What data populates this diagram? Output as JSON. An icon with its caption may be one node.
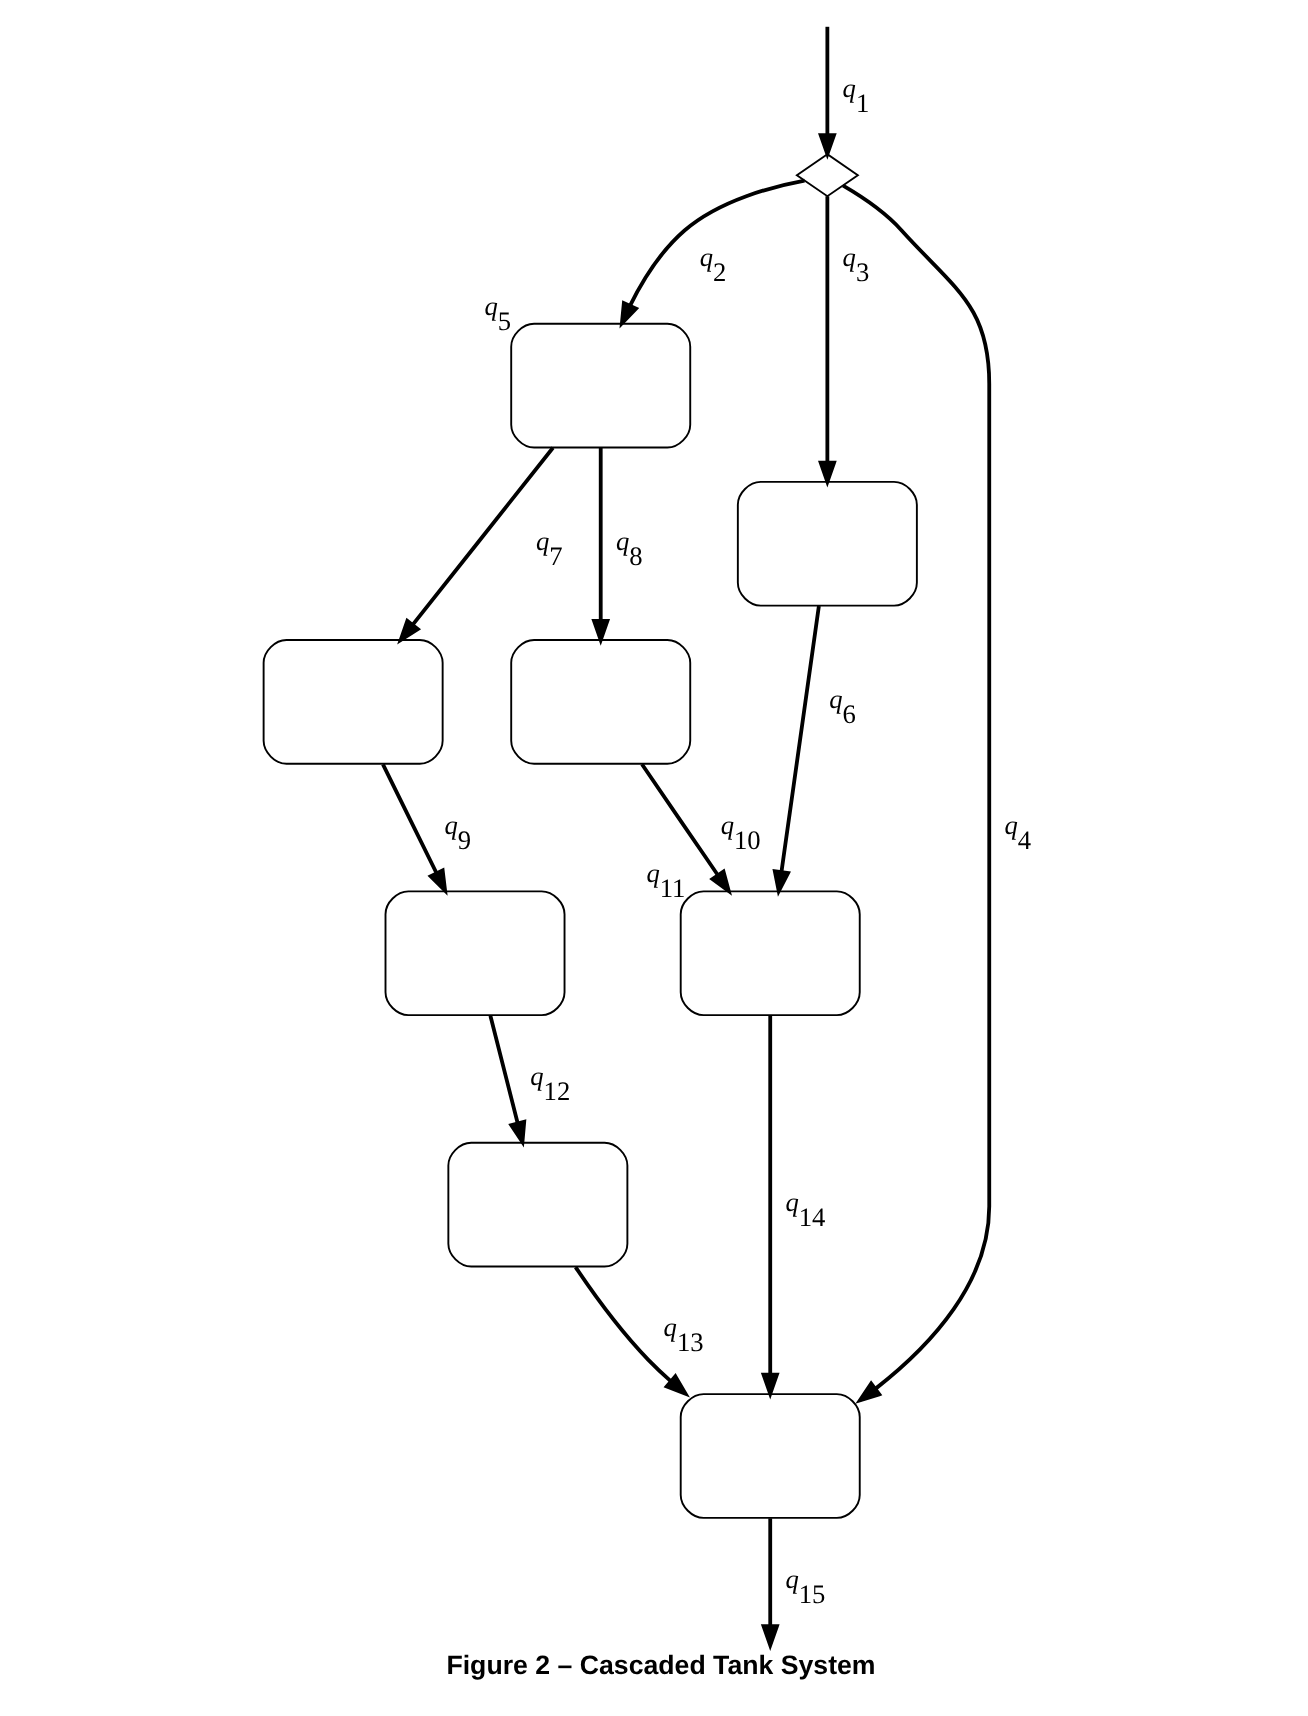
{
  "diagram": {
    "caption": "Figure 2 – Cascaded Tank System",
    "nodes": [
      {
        "text": [],
        "shape": "valve"
      },
      {
        "text": [],
        "shape": "tank",
        "beside": [
          "q$_{5}$"
        ]
      },
      {
        "text": [],
        "shape": "tank"
      },
      {
        "text": [],
        "shape": "tank"
      },
      {
        "text": [],
        "shape": "tank"
      },
      {
        "text": [],
        "shape": "tank"
      },
      {
        "text": [],
        "shape": "tank",
        "beside": [
          "q$_{11}$"
        ]
      },
      {
        "text": [],
        "shape": "tank"
      },
      {
        "text": [],
        "shape": "tank"
      }
    ],
    "edges": [
      {
        "from": null,
        "to": 0,
        "arrow": "to",
        "label": "q$_{1}$"
      },
      {
        "from": 0,
        "to": 1,
        "arrow": "to",
        "label": "q$_{2}$"
      },
      {
        "from": 0,
        "to": 2,
        "arrow": "to",
        "label": "q$_{3}$"
      },
      {
        "from": 0,
        "to": 8,
        "arrow": "to",
        "label": "q$_{4}$"
      },
      {
        "from": 1,
        "to": 3,
        "arrow": "to",
        "label": "q$_{7}$"
      },
      {
        "from": 1,
        "to": 4,
        "arrow": "to",
        "label": "q$_{8}$"
      },
      {
        "from": 2,
        "to": 6,
        "arrow": "to",
        "label": "q$_{6}$"
      },
      {
        "from": 4,
        "to": 6,
        "arrow": "to",
        "label": "q$_{10}$"
      },
      {
        "from": 3,
        "to": 5,
        "arrow": "to",
        "label": "q$_{9}$"
      },
      {
        "from": 5,
        "to": 7,
        "arrow": "to",
        "label": "q$_{12}$"
      },
      {
        "from": 7,
        "to": 8,
        "arrow": "to",
        "label": "q$_{13}$"
      },
      {
        "from": 6,
        "to": 8,
        "arrow": "to",
        "label": "q$_{14}$"
      },
      {
        "from": 8,
        "to": null,
        "arrow": "to",
        "label": "q$_{15}$"
      }
    ]
  }
}
